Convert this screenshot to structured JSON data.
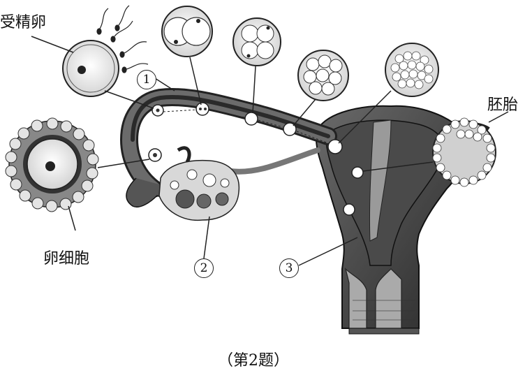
{
  "labels": {
    "fertilized_egg": "受精卵",
    "egg_cell": "卵细胞",
    "embryo": "胚胎",
    "marker1": "1",
    "marker2": "2",
    "marker3": "3"
  },
  "caption": "（第2题）"
}
